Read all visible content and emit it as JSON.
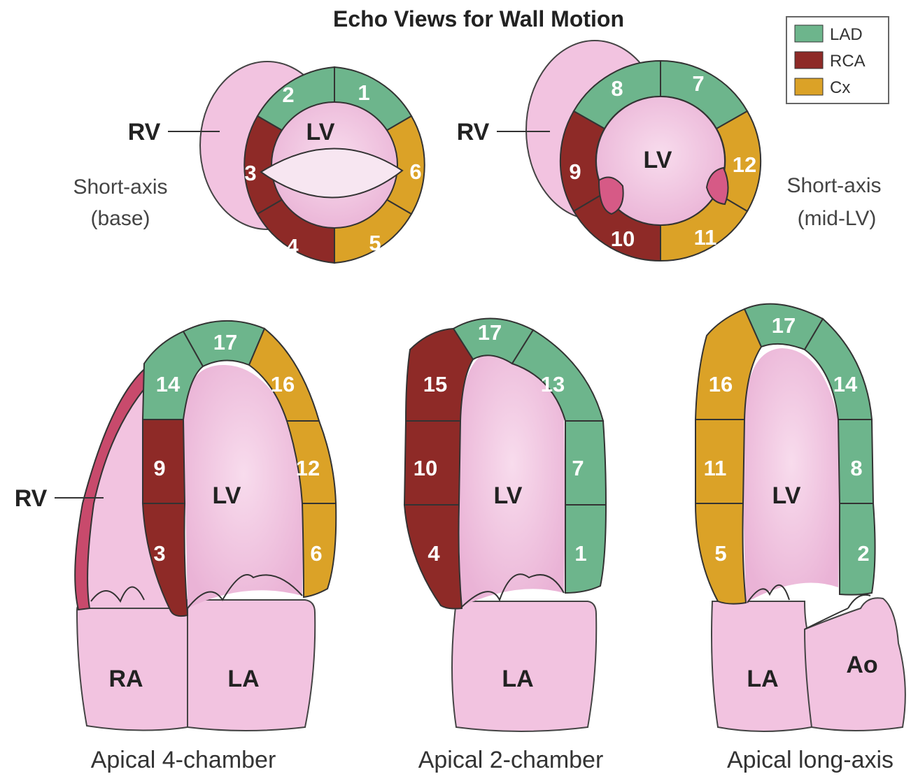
{
  "title": "Echo Views for Wall Motion",
  "legend": [
    {
      "label": "LAD",
      "color": "#6db58c"
    },
    {
      "label": "RCA",
      "color": "#8e2a27"
    },
    {
      "label": "Cx",
      "color": "#dba227"
    }
  ],
  "colors": {
    "lad": "#6db58c",
    "rca": "#8e2a27",
    "cx": "#dba227",
    "tissue": "#f2c3e0",
    "rv_wall": "#c84a6c"
  },
  "views": {
    "sa_base": {
      "caption_line1": "Short-axis",
      "caption_line2": "(base)",
      "rv": "RV",
      "lv": "LV",
      "segments": [
        "1",
        "2",
        "3",
        "4",
        "5",
        "6"
      ]
    },
    "sa_mid": {
      "caption_line1": "Short-axis",
      "caption_line2": "(mid-LV)",
      "rv": "RV",
      "lv": "LV",
      "segments": [
        "7",
        "8",
        "9",
        "10",
        "11",
        "12"
      ]
    },
    "a4c": {
      "caption": "Apical 4-chamber",
      "rv": "RV",
      "lv": "LV",
      "ra": "RA",
      "la": "LA",
      "segments": [
        "17",
        "14",
        "16",
        "9",
        "12",
        "3",
        "6"
      ]
    },
    "a2c": {
      "caption": "Apical 2-chamber",
      "lv": "LV",
      "la": "LA",
      "segments": [
        "17",
        "15",
        "13",
        "10",
        "7",
        "4",
        "1"
      ]
    },
    "alax": {
      "caption": "Apical long-axis",
      "lv": "LV",
      "la": "LA",
      "ao": "Ao",
      "segments": [
        "17",
        "16",
        "14",
        "11",
        "8",
        "5",
        "2"
      ]
    }
  }
}
